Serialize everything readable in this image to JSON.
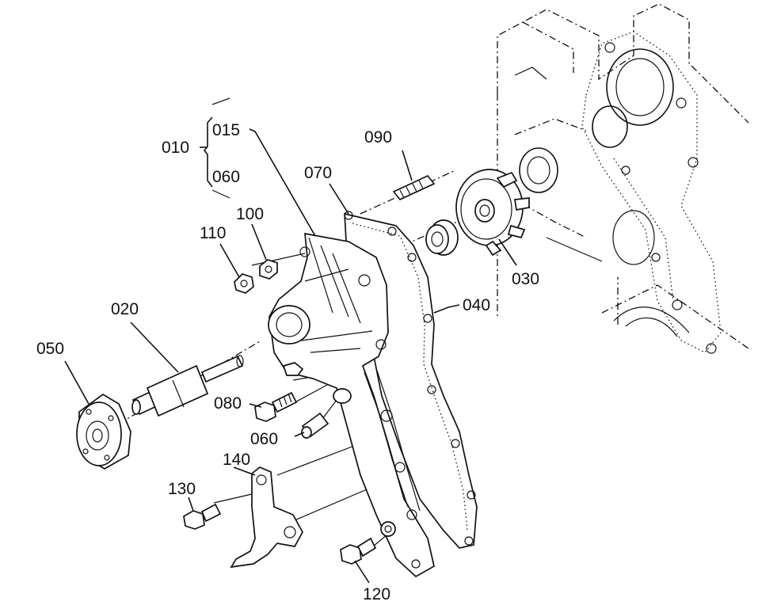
{
  "labels": {
    "p010": "010",
    "p015": "015",
    "p060a": "060",
    "p070": "070",
    "p090": "090",
    "p100": "100",
    "p110": "110",
    "p020": "020",
    "p050": "050",
    "p080": "080",
    "p060b": "060",
    "p040": "040",
    "p030": "030",
    "p140": "140",
    "p130": "130",
    "p120": "120"
  }
}
